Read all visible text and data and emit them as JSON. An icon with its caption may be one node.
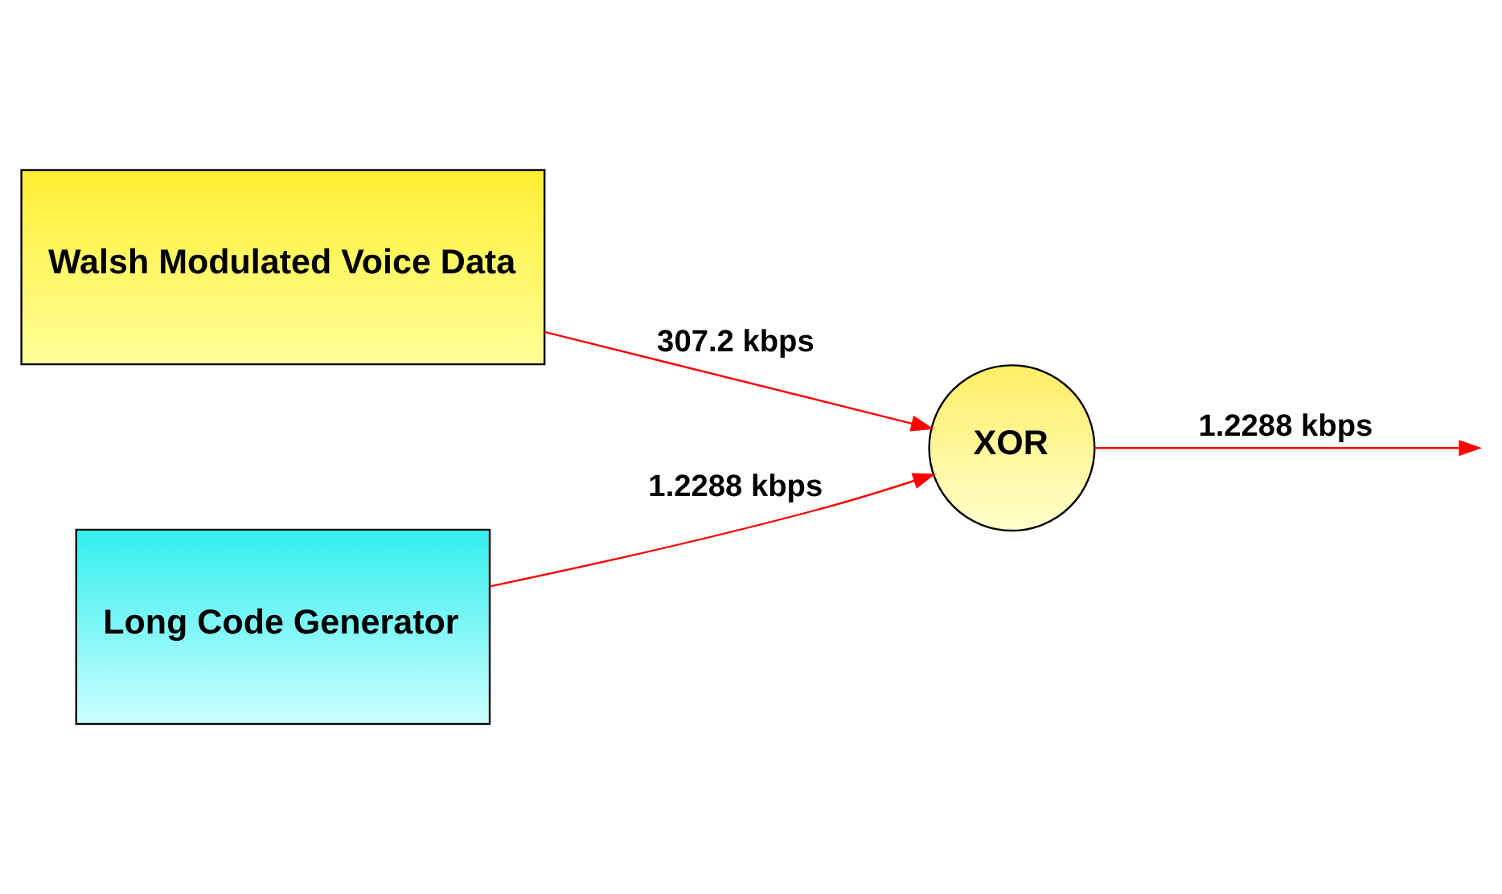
{
  "diagram": {
    "nodes": [
      {
        "text": [
          "Walsh Modulated Voice Data"
        ]
      },
      {
        "text": [
          "XOR"
        ]
      },
      {
        "text": [
          "Long Code Generator"
        ]
      }
    ],
    "edges": [
      {
        "from": 0,
        "to": 1,
        "arrow": "to",
        "label": "307.2 kbps"
      },
      {
        "from": 1,
        "to": null,
        "arrow": "to",
        "label": "1.2288 kbps"
      },
      {
        "from": 2,
        "to": 1,
        "arrow": "to",
        "label": "1.2288 kbps"
      }
    ]
  }
}
